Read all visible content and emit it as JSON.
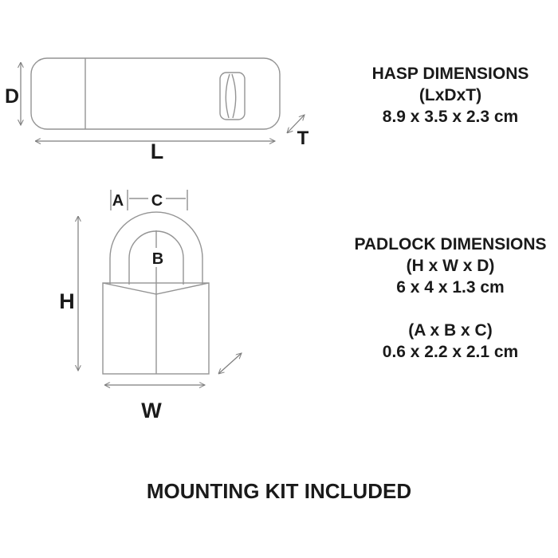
{
  "hasp": {
    "diagram": {
      "d": "D",
      "l": "L",
      "t": "T"
    },
    "info": {
      "title": "HASP DIMENSIONS",
      "formula": "(LxDxT)",
      "value": "8.9 x 3.5 x 2.3 cm"
    }
  },
  "padlock": {
    "diagram": {
      "a": "A",
      "b": "B",
      "c": "C",
      "h": "H",
      "w": "W"
    },
    "info": {
      "title": "PADLOCK DIMENSIONS",
      "formula_hwd": "(H x W x D)",
      "value_hwd": "6 x 4 x 1.3 cm",
      "formula_abc": "(A x B x C)",
      "value_abc": "0.6 x 2.2 x 2.1 cm"
    }
  },
  "footer": {
    "note": "MOUNTING KIT INCLUDED"
  },
  "colors": {
    "outline": "#949494",
    "dimension_lines": "#7d7d7d",
    "label_text": "#1a1a1a",
    "background": "#ffffff"
  }
}
